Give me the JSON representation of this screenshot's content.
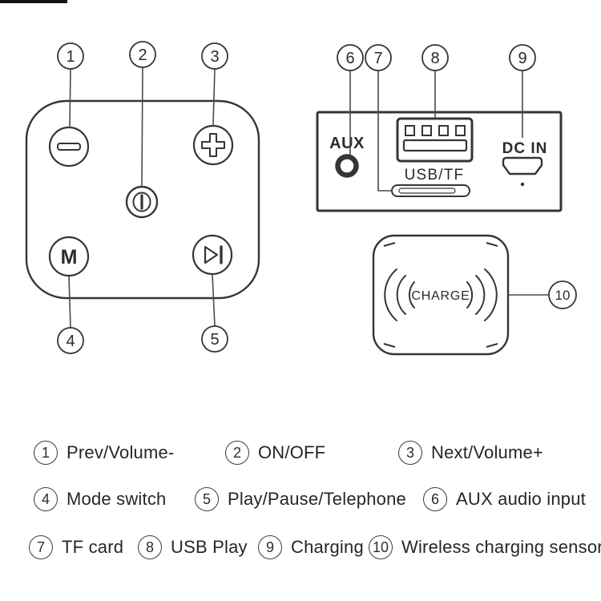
{
  "device": {
    "mode_button_label": "M"
  },
  "panel": {
    "aux_label": "AUX",
    "usb_tf_label": "USB/TF",
    "dc_in_label": "DC IN"
  },
  "charging_pad": {
    "label": "CHARGE"
  },
  "callouts": [
    "1",
    "2",
    "3",
    "4",
    "5",
    "6",
    "7",
    "8",
    "9",
    "10"
  ],
  "legend": {
    "items": [
      {
        "num": "1",
        "label": "Prev/Volume-"
      },
      {
        "num": "2",
        "label": "ON/OFF"
      },
      {
        "num": "3",
        "label": "Next/Volume+"
      },
      {
        "num": "4",
        "label": "Mode switch"
      },
      {
        "num": "5",
        "label": "Play/Pause/Telephone"
      },
      {
        "num": "6",
        "label": "AUX audio input"
      },
      {
        "num": "7",
        "label": "TF card"
      },
      {
        "num": "8",
        "label": "USB Play"
      },
      {
        "num": "9",
        "label": "Charging"
      },
      {
        "num": "10",
        "label": "Wireless charging sensor"
      }
    ]
  },
  "colors": {
    "line": "#353535",
    "background": "#ffffff"
  }
}
